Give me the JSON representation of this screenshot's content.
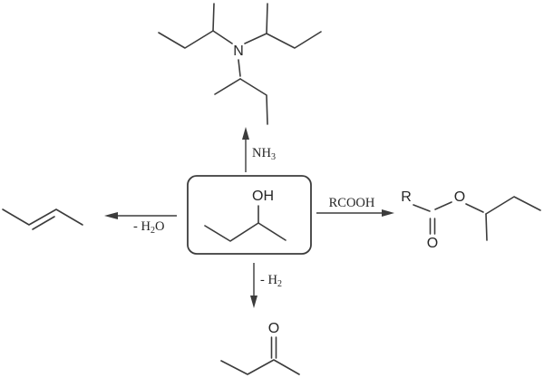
{
  "labels": {
    "amination": {
      "pre": "NH",
      "sub": "3",
      "post": ""
    },
    "dehydration": {
      "pre": "- H",
      "sub": "2",
      "post": "O"
    },
    "esterification": {
      "pre": "RCOOH",
      "sub": "",
      "post": ""
    },
    "dehydrogenation": {
      "pre": "- H",
      "sub": "2",
      "post": ""
    }
  },
  "atoms": {
    "alcohol_oh": "OH",
    "amine_n": "N",
    "ester_r": "R",
    "ester_o": "O",
    "ester_carbonyl_o": "O",
    "ketone_o": "O"
  },
  "colors": {
    "line": "#3c3c3c",
    "text": "#262626",
    "background": "#ffffff"
  }
}
